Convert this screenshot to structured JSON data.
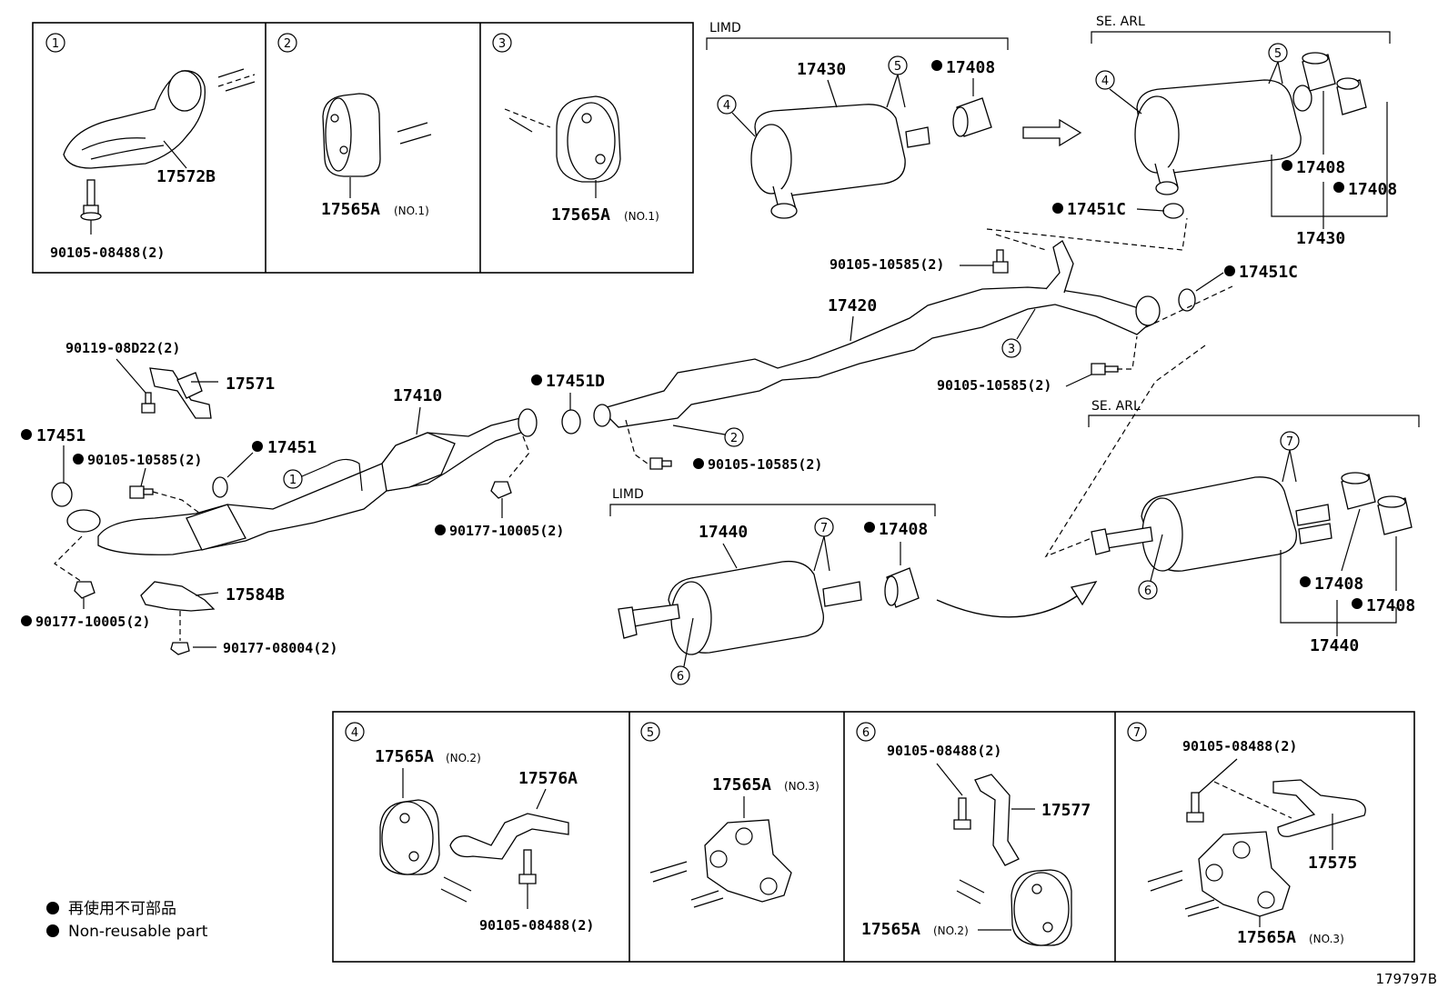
{
  "diagram": {
    "figure_id": "179797B",
    "legend": {
      "jp": "再使用不可部品",
      "en": "Non-reusable part"
    },
    "section_headers": {
      "limd_top": "LIMD",
      "se_arl_top": "SE. ARL",
      "limd_bottom": "LIMD",
      "se_arl_bottom": "SE. ARL"
    },
    "callouts": {
      "c1": "1",
      "c2": "2",
      "c3": "3",
      "c4": "4",
      "c5": "5",
      "c6": "6",
      "c7": "7"
    },
    "panel1": {
      "p1": "17572B",
      "p2": "90105-08488(2)"
    },
    "panel2": {
      "p1": "17565A",
      "tag": "(NO.1)"
    },
    "panel3": {
      "p1": "17565A",
      "tag": "(NO.1)"
    },
    "limd_top": {
      "muffler": "17430",
      "tip": "17408"
    },
    "se_arl_top": {
      "tip1": "17408",
      "tip2": "17408",
      "muffler": "17430"
    },
    "main": {
      "g17451c_a": "17451C",
      "b90105_a": "90105-10585(2)",
      "g17451c_b": "17451C",
      "pipe_center": "17420",
      "b90105_b": "90105-10585(2)",
      "b90119": "90119-08D22(2)",
      "bracket17571": "17571",
      "cat_pipe": "17410",
      "g17451d": "17451D",
      "g17451_l": "17451",
      "b90105_c": "90105-10585(2)",
      "g17451_r": "17451",
      "b90105_d": "90105-10585(2)",
      "n90177_a": "90177-10005(2)",
      "n90177_b": "90177-10005(2)",
      "ins17584b": "17584B",
      "n90177_c": "90177-08004(2)"
    },
    "limd_bottom": {
      "muffler": "17440",
      "tip": "17408"
    },
    "se_arl_bottom": {
      "tip1": "17408",
      "tip2": "17408",
      "muffler": "17440"
    },
    "panel4": {
      "p1": "17565A",
      "tag": "(NO.2)",
      "p2": "17576A",
      "p3": "90105-08488(2)"
    },
    "panel5": {
      "p1": "17565A",
      "tag": "(NO.3)"
    },
    "panel6": {
      "p1": "90105-08488(2)",
      "p2": "17577",
      "p3": "17565A",
      "tag": "(NO.2)"
    },
    "panel7": {
      "p1": "90105-08488(2)",
      "p2": "17575",
      "p3": "17565A",
      "tag": "(NO.3)"
    }
  }
}
